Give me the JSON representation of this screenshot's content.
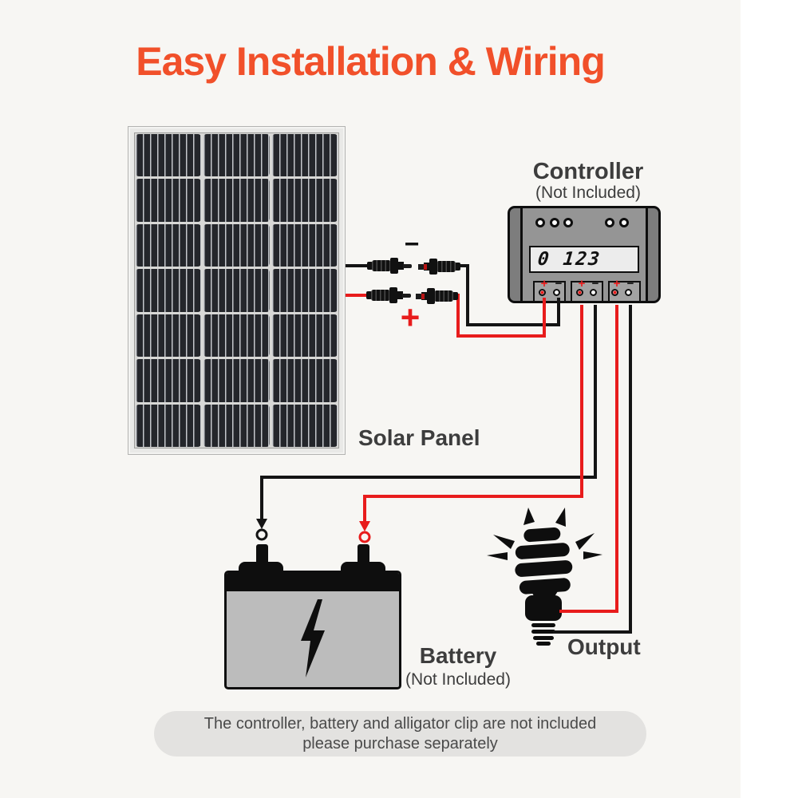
{
  "title": "Easy Installation & Wiring",
  "colors": {
    "bg": "#f7f6f3",
    "accent": "#f1502a",
    "label": "#3d3d3d",
    "wire_red": "#e81c1c",
    "wire_black": "#141414",
    "controller_body": "#7d7d7d",
    "controller_face": "#959595",
    "lcd_bg": "#ececec",
    "battery_gray": "#bcbcbc",
    "note_bg": "#e3e2e0",
    "note_text": "#4a4a4a"
  },
  "solar_panel": {
    "label": "Solar Panel"
  },
  "connectors": {
    "minus": "−",
    "plus": "+"
  },
  "controller": {
    "label": "Controller",
    "sublabel": "(Not Included)",
    "lcd_text": "0 123",
    "plus": "+",
    "minus": "−"
  },
  "battery": {
    "label": "Battery",
    "sublabel": "(Not Included)"
  },
  "output": {
    "label": "Output"
  },
  "note": {
    "line1": "The controller, battery and alligator clip are not included",
    "line2": "please purchase separately"
  },
  "icons": {
    "solar_panel": "grid-of-dark-cells",
    "mc4_connector": "black-cable-coupler",
    "lightning_bolt": "⚡",
    "cfl_bulb": "spiral-tube-bulb-with-rays",
    "ring_terminal": "open-circle",
    "arrow_down": "▼"
  }
}
